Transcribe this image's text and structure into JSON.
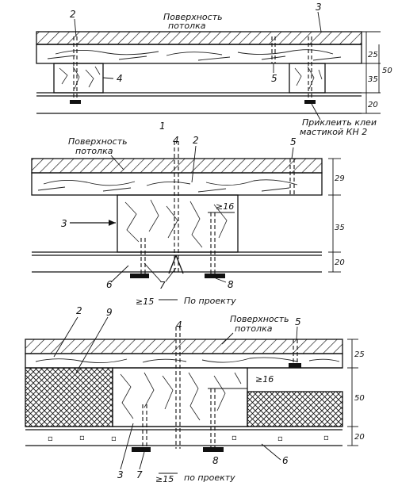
{
  "view1": {
    "callouts": [
      "2",
      "3",
      "4",
      "5",
      "1"
    ],
    "note_surface": [
      "Поверхность",
      "потолка"
    ],
    "note_glue": [
      "Приклеить клеи",
      "мастикой КН 2"
    ],
    "dims": [
      "25",
      "35",
      "20",
      "50"
    ]
  },
  "view2": {
    "callouts": [
      "4",
      "2",
      "5",
      "3",
      "6",
      "7",
      "8"
    ],
    "note_surface": [
      "Поверхность",
      "потолка"
    ],
    "dims": [
      "29",
      "35",
      "20"
    ],
    "min_gap": "≥16",
    "min_offset": "≥15",
    "per_project": "По проекту"
  },
  "view3": {
    "callouts": [
      "2",
      "9",
      "4",
      "5",
      "3",
      "7",
      "8",
      "6"
    ],
    "note_surface": [
      "Поверхность",
      "потолка"
    ],
    "dims": [
      "25",
      "50",
      "20"
    ],
    "min_gap": "≥16",
    "min_offset": "≥15",
    "per_project": "по проекту"
  }
}
